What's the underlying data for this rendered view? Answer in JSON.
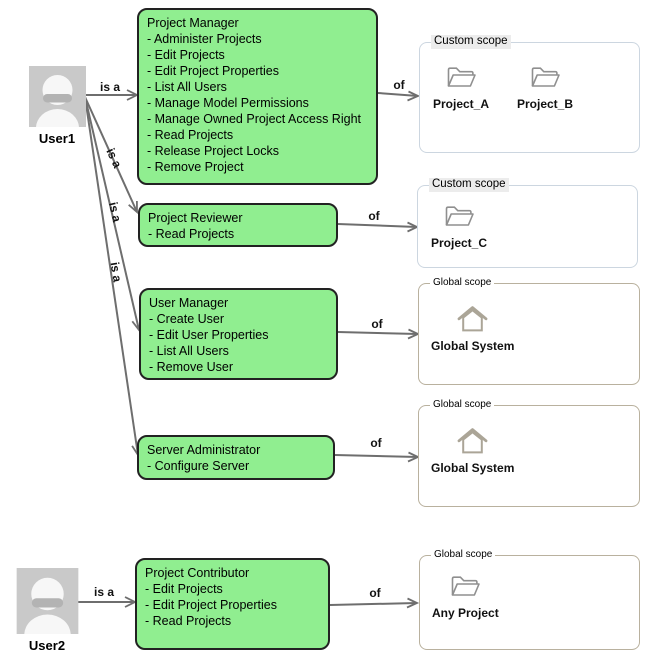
{
  "diagram": {
    "users": [
      {
        "name": "User1"
      },
      {
        "name": "User2"
      }
    ],
    "roles": [
      {
        "title": "Project Manager",
        "permissions": [
          "- Administer Projects",
          "- Edit Projects",
          "- Edit Project Properties",
          "- List All Users",
          "- Manage Model Permissions",
          "- Manage Owned Project Access Right",
          "- Read Projects",
          "- Release Project Locks",
          "- Remove Project"
        ]
      },
      {
        "title": "Project Reviewer",
        "permissions": [
          "- Read Projects"
        ]
      },
      {
        "title": "User Manager",
        "permissions": [
          "- Create User",
          "- Edit User Properties",
          "- List All Users",
          "- Remove User"
        ]
      },
      {
        "title": "Server Administrator",
        "permissions": [
          "- Configure Server"
        ]
      },
      {
        "title": "Project Contributor",
        "permissions": [
          "- Edit Projects",
          "- Edit Project Properties",
          "- Read Projects"
        ]
      }
    ],
    "scopes": [
      {
        "label": "Custom scope",
        "items": [
          {
            "icon": "folder-icon",
            "name": "Project_A"
          },
          {
            "icon": "folder-icon",
            "name": "Project_B"
          }
        ]
      },
      {
        "label": "Custom scope",
        "items": [
          {
            "icon": "folder-icon",
            "name": "Project_C"
          }
        ]
      },
      {
        "label": "Global scope",
        "items": [
          {
            "icon": "home-icon",
            "name": "Global System"
          }
        ]
      },
      {
        "label": "Global scope",
        "items": [
          {
            "icon": "home-icon",
            "name": "Global System"
          }
        ]
      },
      {
        "label": "Global scope",
        "items": [
          {
            "icon": "folder-icon",
            "name": "Any Project"
          }
        ]
      }
    ],
    "edge_labels": {
      "is_a": "is a",
      "of": "of"
    },
    "colors": {
      "role_fill": "#90ee90",
      "role_border": "#222222",
      "arrow": "#6e6e6e",
      "custom_scope_border": "#ccd6e0",
      "global_scope_border": "#b9b19e",
      "avatar_background": "#c9c9c9",
      "avatar_figure": "#f7f7f7"
    }
  }
}
